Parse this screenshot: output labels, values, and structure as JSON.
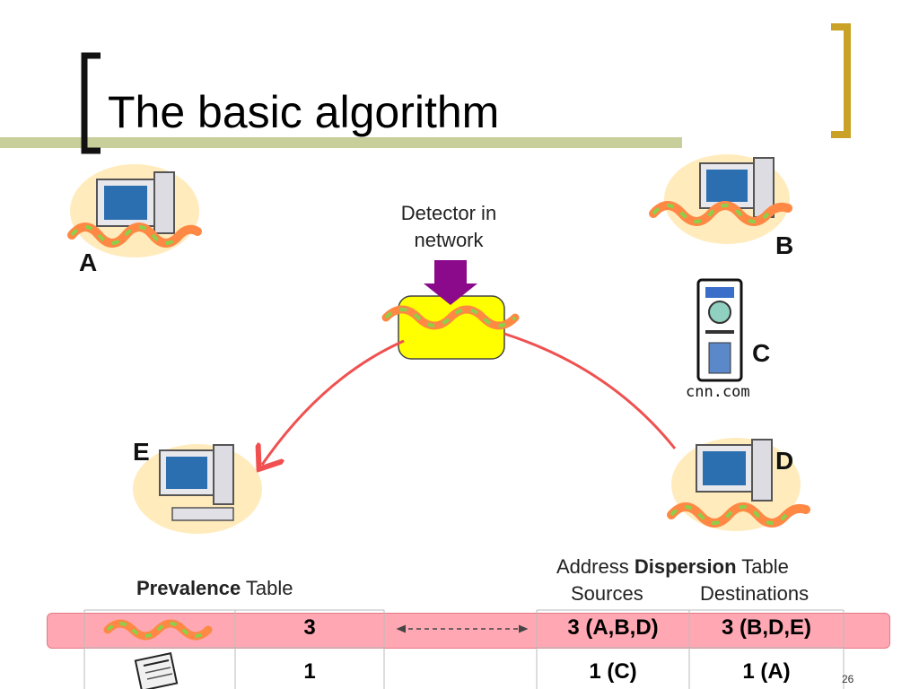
{
  "slide": {
    "title": "The basic algorithm",
    "page_number": "26"
  },
  "nodes": {
    "a": "A",
    "b": "B",
    "c": "C",
    "d": "D",
    "e": "E",
    "c_hostname": "cnn.com"
  },
  "detector": {
    "label_line1": "Detector in",
    "label_line2": "network"
  },
  "prevalence": {
    "title_bold": "Prevalence",
    "title_rest": " Table",
    "rows": [
      {
        "count": "3",
        "icon": "worm-icon"
      },
      {
        "count": "1",
        "icon": "news-icon"
      }
    ]
  },
  "dispersion": {
    "title_prefix": "Address ",
    "title_bold": "Dispersion",
    "title_suffix": " Table",
    "col_sources": "Sources",
    "col_destinations": "Destinations",
    "rows": [
      {
        "sources": "3 (A,B,D)",
        "destinations": "3 (B,D,E)"
      },
      {
        "sources": "1 (C)",
        "destinations": "1 (A)"
      }
    ]
  },
  "colors": {
    "accent_bar": "#c9cf9a",
    "bracket_gold": "#c9a227",
    "arrow_red": "#f05050",
    "highlight_row": "#ff9aa6",
    "detector_yellow": "#ffff00",
    "detector_arrow": "#8b0a8b"
  }
}
